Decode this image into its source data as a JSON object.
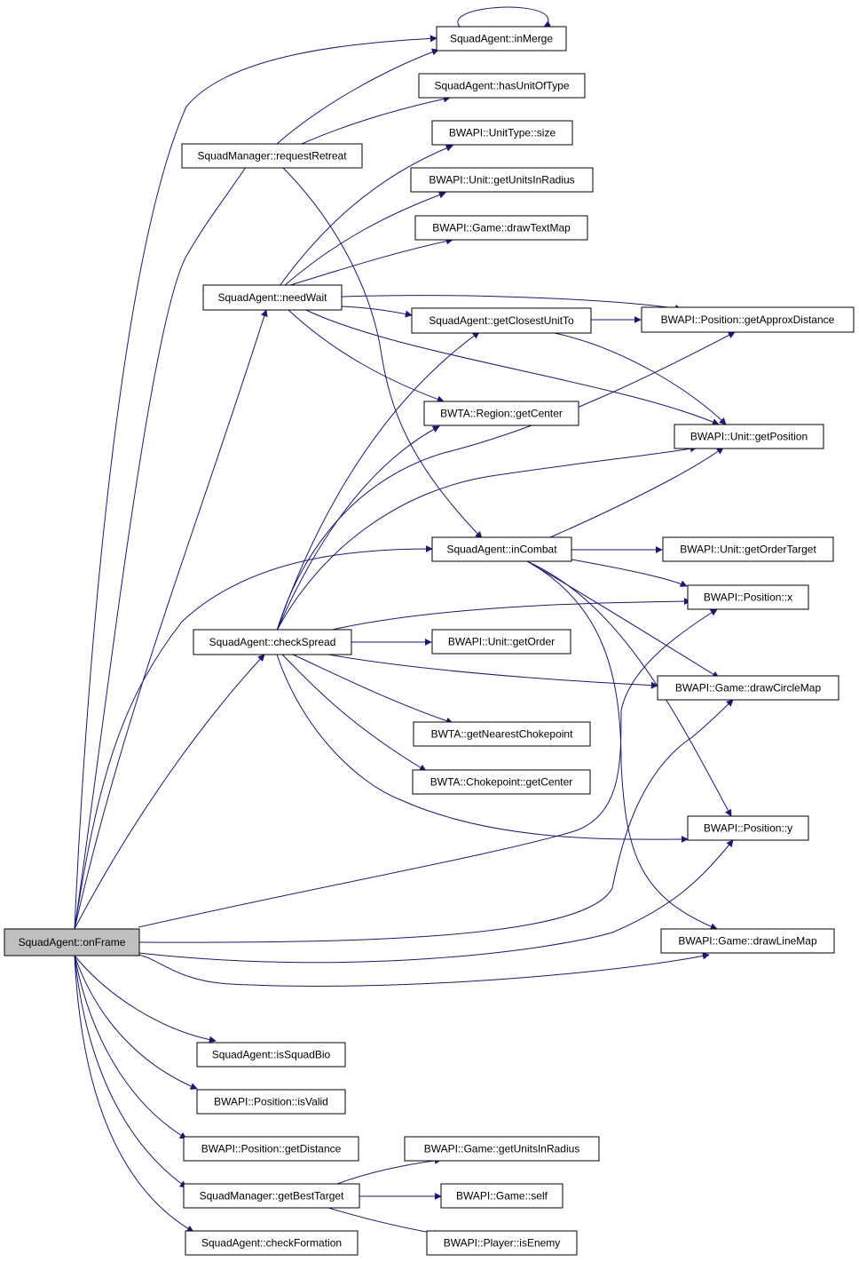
{
  "nodes": [
    {
      "id": "onFrame",
      "label": "SquadAgent::onFrame",
      "root": true
    },
    {
      "id": "inMerge",
      "label": "SquadAgent::inMerge"
    },
    {
      "id": "hasUnitOfType",
      "label": "SquadAgent::hasUnitOfType"
    },
    {
      "id": "requestRetreat",
      "label": "SquadManager::requestRetreat"
    },
    {
      "id": "utSize",
      "label": "BWAPI::UnitType::size"
    },
    {
      "id": "getUnitsInRadiusUnit",
      "label": "BWAPI::Unit::getUnitsInRadius"
    },
    {
      "id": "drawTextMap",
      "label": "BWAPI::Game::drawTextMap"
    },
    {
      "id": "needWait",
      "label": "SquadAgent::needWait"
    },
    {
      "id": "getClosestUnitTo",
      "label": "SquadAgent::getClosestUnitTo"
    },
    {
      "id": "getApproxDistance",
      "label": "BWAPI::Position::getApproxDistance"
    },
    {
      "id": "regionGetCenter",
      "label": "BWTA::Region::getCenter"
    },
    {
      "id": "getPosition",
      "label": "BWAPI::Unit::getPosition"
    },
    {
      "id": "inCombat",
      "label": "SquadAgent::inCombat"
    },
    {
      "id": "getOrderTarget",
      "label": "BWAPI::Unit::getOrderTarget"
    },
    {
      "id": "posX",
      "label": "BWAPI::Position::x"
    },
    {
      "id": "checkSpread",
      "label": "SquadAgent::checkSpread"
    },
    {
      "id": "getOrder",
      "label": "BWAPI::Unit::getOrder"
    },
    {
      "id": "drawCircleMap",
      "label": "BWAPI::Game::drawCircleMap"
    },
    {
      "id": "getNearestChokepoint",
      "label": "BWTA::getNearestChokepoint"
    },
    {
      "id": "chokepointGetCenter",
      "label": "BWTA::Chokepoint::getCenter"
    },
    {
      "id": "posY",
      "label": "BWAPI::Position::y"
    },
    {
      "id": "drawLineMap",
      "label": "BWAPI::Game::drawLineMap"
    },
    {
      "id": "isSquadBio",
      "label": "SquadAgent::isSquadBio"
    },
    {
      "id": "isValid",
      "label": "BWAPI::Position::isValid"
    },
    {
      "id": "getDistance",
      "label": "BWAPI::Position::getDistance"
    },
    {
      "id": "getBestTarget",
      "label": "SquadManager::getBestTarget"
    },
    {
      "id": "gameGetUnitsInRadius",
      "label": "BWAPI::Game::getUnitsInRadius"
    },
    {
      "id": "gameSelf",
      "label": "BWAPI::Game::self"
    },
    {
      "id": "checkFormation",
      "label": "SquadAgent::checkFormation"
    },
    {
      "id": "isEnemy",
      "label": "BWAPI::Player::isEnemy"
    }
  ],
  "colors": {
    "edge": "#191970",
    "root_fill": "#bfbfbf",
    "node_fill": "#ffffff",
    "node_stroke": "#000000"
  }
}
